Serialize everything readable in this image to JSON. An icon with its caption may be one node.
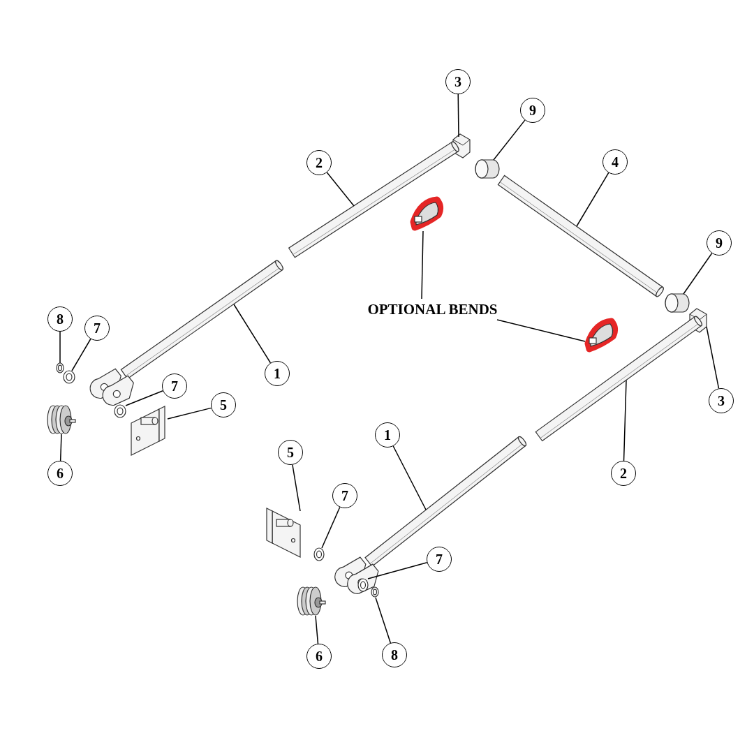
{
  "diagram": {
    "nodes": [
      {
        "text": [
          "3"
        ]
      },
      {
        "text": [
          "9"
        ]
      },
      {
        "text": [
          "2"
        ]
      },
      {
        "text": [
          "4"
        ]
      },
      {
        "text": [
          "9"
        ]
      },
      {
        "text": [
          "3"
        ]
      },
      {
        "text": [
          "2"
        ]
      },
      {
        "text": [
          "1"
        ]
      },
      {
        "text": [
          "1"
        ]
      },
      {
        "text": [
          "8"
        ]
      },
      {
        "text": [
          "7"
        ]
      },
      {
        "text": [
          "7"
        ]
      },
      {
        "text": [
          "5"
        ]
      },
      {
        "text": [
          "6"
        ]
      },
      {
        "text": [
          "5"
        ]
      },
      {
        "text": [
          "7"
        ]
      },
      {
        "text": [
          "7"
        ]
      },
      {
        "text": [
          "8"
        ]
      },
      {
        "text": [
          "6"
        ]
      },
      {
        "text": [
          "OPTIONAL BENDS"
        ]
      },
      {
        "text": [],
        "shape": "picture"
      },
      {
        "text": [],
        "shape": "picture"
      },
      {
        "text": [],
        "shape": "picture"
      },
      {
        "text": [],
        "shape": "picture"
      },
      {
        "text": [],
        "shape": "picture"
      },
      {
        "text": [],
        "shape": "picture"
      },
      {
        "text": [],
        "shape": "picture"
      },
      {
        "text": [],
        "shape": "picture"
      },
      {
        "text": [],
        "shape": "picture"
      },
      {
        "text": [],
        "shape": "picture"
      },
      {
        "text": [],
        "shape": "picture"
      },
      {
        "text": [],
        "shape": "picture"
      },
      {
        "text": [],
        "shape": "picture"
      },
      {
        "text": [],
        "shape": "picture"
      },
      {
        "text": [],
        "shape": "picture"
      },
      {
        "text": [],
        "shape": "picture"
      },
      {
        "text": [],
        "shape": "picture"
      },
      {
        "text": [],
        "shape": "picture"
      },
      {
        "text": [],
        "shape": "picture"
      },
      {
        "text": [],
        "shape": "picture"
      },
      {
        "text": [],
        "shape": "picture"
      }
    ],
    "edges": [
      {
        "from": 0,
        "to": 20,
        "arrow": "none"
      },
      {
        "from": 1,
        "to": 21,
        "arrow": "none"
      },
      {
        "from": 2,
        "to": 22,
        "arrow": "none"
      },
      {
        "from": 3,
        "to": 23,
        "arrow": "none"
      },
      {
        "from": 4,
        "to": 24,
        "arrow": "none"
      },
      {
        "from": 5,
        "to": 25,
        "arrow": "none"
      },
      {
        "from": 6,
        "to": 26,
        "arrow": "none"
      },
      {
        "from": 7,
        "to": 27,
        "arrow": "none"
      },
      {
        "from": 8,
        "to": 28,
        "arrow": "none"
      },
      {
        "from": 9,
        "to": 29,
        "arrow": "none"
      },
      {
        "from": 10,
        "to": 30,
        "arrow": "none"
      },
      {
        "from": 11,
        "to": 31,
        "arrow": "none"
      },
      {
        "from": 12,
        "to": 32,
        "arrow": "none"
      },
      {
        "from": 13,
        "to": 33,
        "arrow": "none"
      },
      {
        "from": 14,
        "to": 34,
        "arrow": "none"
      },
      {
        "from": 15,
        "to": 35,
        "arrow": "none"
      },
      {
        "from": 16,
        "to": 36,
        "arrow": "none"
      },
      {
        "from": 17,
        "to": 37,
        "arrow": "none"
      },
      {
        "from": 18,
        "to": 38,
        "arrow": "none"
      },
      {
        "from": 19,
        "to": 39,
        "arrow": "none"
      },
      {
        "from": 19,
        "to": 40,
        "arrow": "none"
      }
    ]
  }
}
